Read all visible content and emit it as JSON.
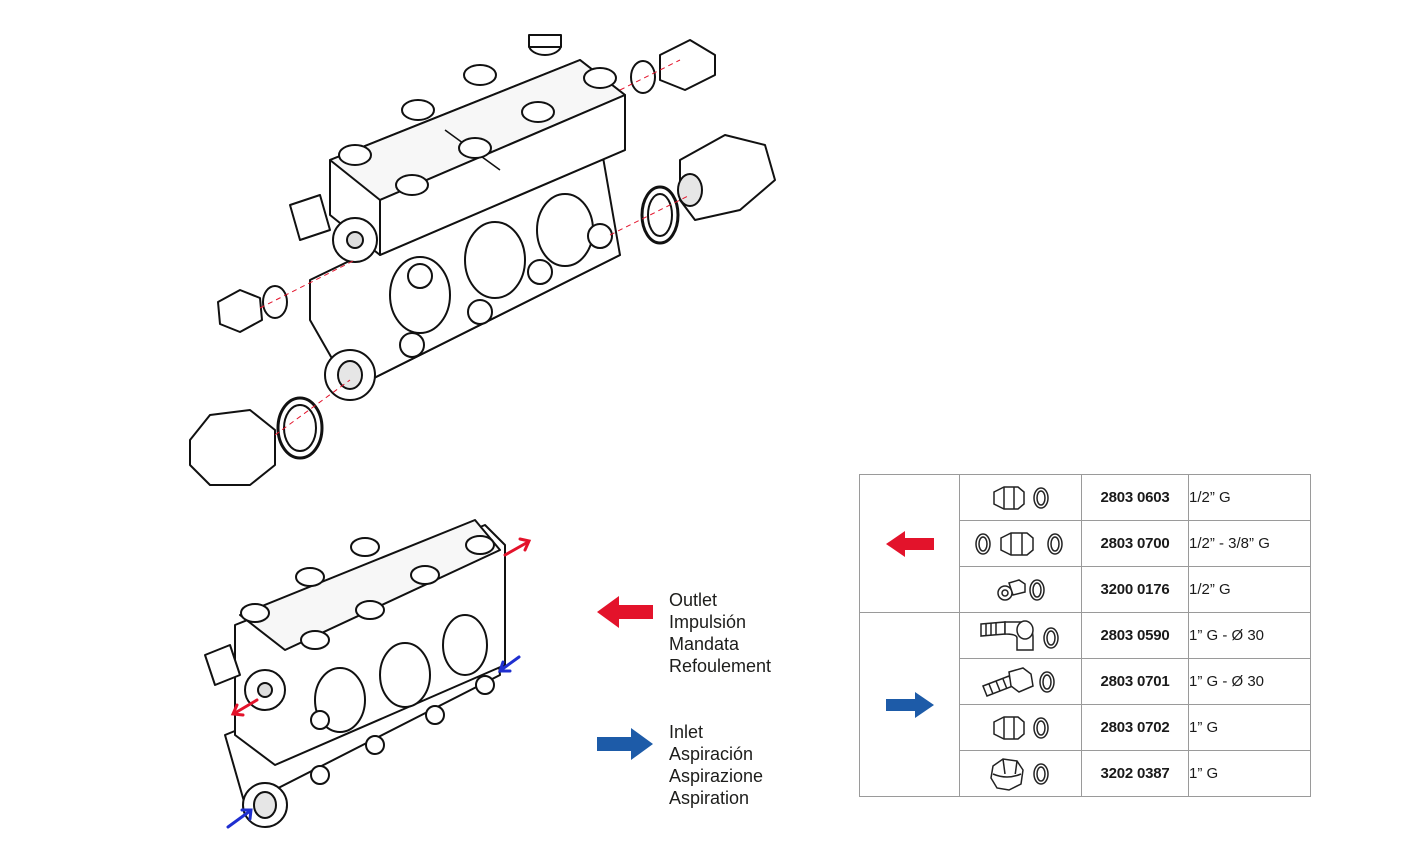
{
  "legend": {
    "outlet": [
      "Outlet",
      "Impulsión",
      "Mandata",
      "Refoulement"
    ],
    "inlet": [
      "Inlet",
      "Aspiración",
      "Aspirazione",
      "Aspiration"
    ]
  },
  "colors": {
    "outlet_arrow": "#e3132b",
    "inlet_arrow": "#1d5ba8",
    "small_red_arrow": "#e3132b",
    "small_blue_arrow": "#1f2fd0",
    "table_border": "#9a9a9a"
  },
  "parts_table": {
    "outlet_group": {
      "arrow_icon": "red-left-arrow",
      "rows": [
        {
          "icon": "nipple-with-washer",
          "code": "2803 0603",
          "thread": "1/2” G"
        },
        {
          "icon": "nipple-with-two-washers",
          "code": "2803 0700",
          "thread": "1/2” - 3/8” G"
        },
        {
          "icon": "small-plug-with-washer",
          "code": "3200 0176",
          "thread": "1/2” G"
        }
      ]
    },
    "inlet_group": {
      "arrow_icon": "blue-right-arrow",
      "rows": [
        {
          "icon": "elbow-hose-tail-with-washer",
          "code": "2803 0590",
          "thread": "1” G - Ø 30"
        },
        {
          "icon": "straight-hose-tail-with-washer",
          "code": "2803 0701",
          "thread": "1” G - Ø 30"
        },
        {
          "icon": "nipple-with-washer",
          "code": "2803 0702",
          "thread": "1” G"
        },
        {
          "icon": "hex-plug-with-washer",
          "code": "3202 0387",
          "thread": "1” G"
        }
      ]
    }
  }
}
